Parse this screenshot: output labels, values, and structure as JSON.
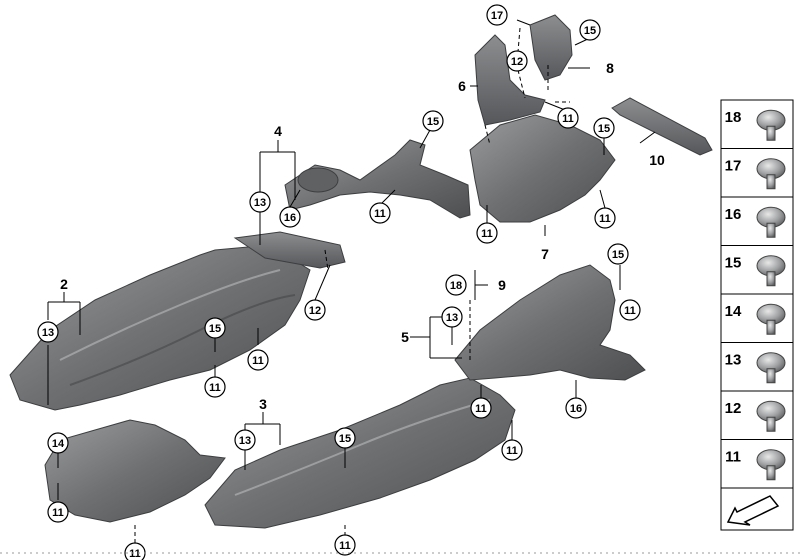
{
  "callouts": {
    "c11_a": "11",
    "c11_b": "11",
    "c11_c": "11",
    "c11_d": "11",
    "c11_e": "11",
    "c11_f": "11",
    "c11_g": "11",
    "c11_h": "11",
    "c11_i": "11",
    "c11_j": "11",
    "c11_k": "11",
    "c11_l": "11",
    "c12_a": "12",
    "c12_b": "12",
    "c13_a": "13",
    "c13_b": "13",
    "c13_c": "13",
    "c13_d": "13",
    "c14_a": "14",
    "c15_a": "15",
    "c15_b": "15",
    "c15_c": "15",
    "c15_d": "15",
    "c15_e": "15",
    "c15_f": "15",
    "c16_a": "16",
    "c16_b": "16",
    "c17_a": "17",
    "c18_a": "18"
  },
  "groups": {
    "g2": "2",
    "g3": "3",
    "g4": "4",
    "g5": "5",
    "g6": "6",
    "g7": "7",
    "g8": "8",
    "g9": "9",
    "g10": "10"
  },
  "legend": [
    "18",
    "17",
    "16",
    "15",
    "14",
    "13",
    "12",
    "11"
  ],
  "colors": {
    "panel": "#707274",
    "panel_dark": "#4d4f51",
    "panel_light": "#9a9c9e",
    "line": "#000000"
  }
}
